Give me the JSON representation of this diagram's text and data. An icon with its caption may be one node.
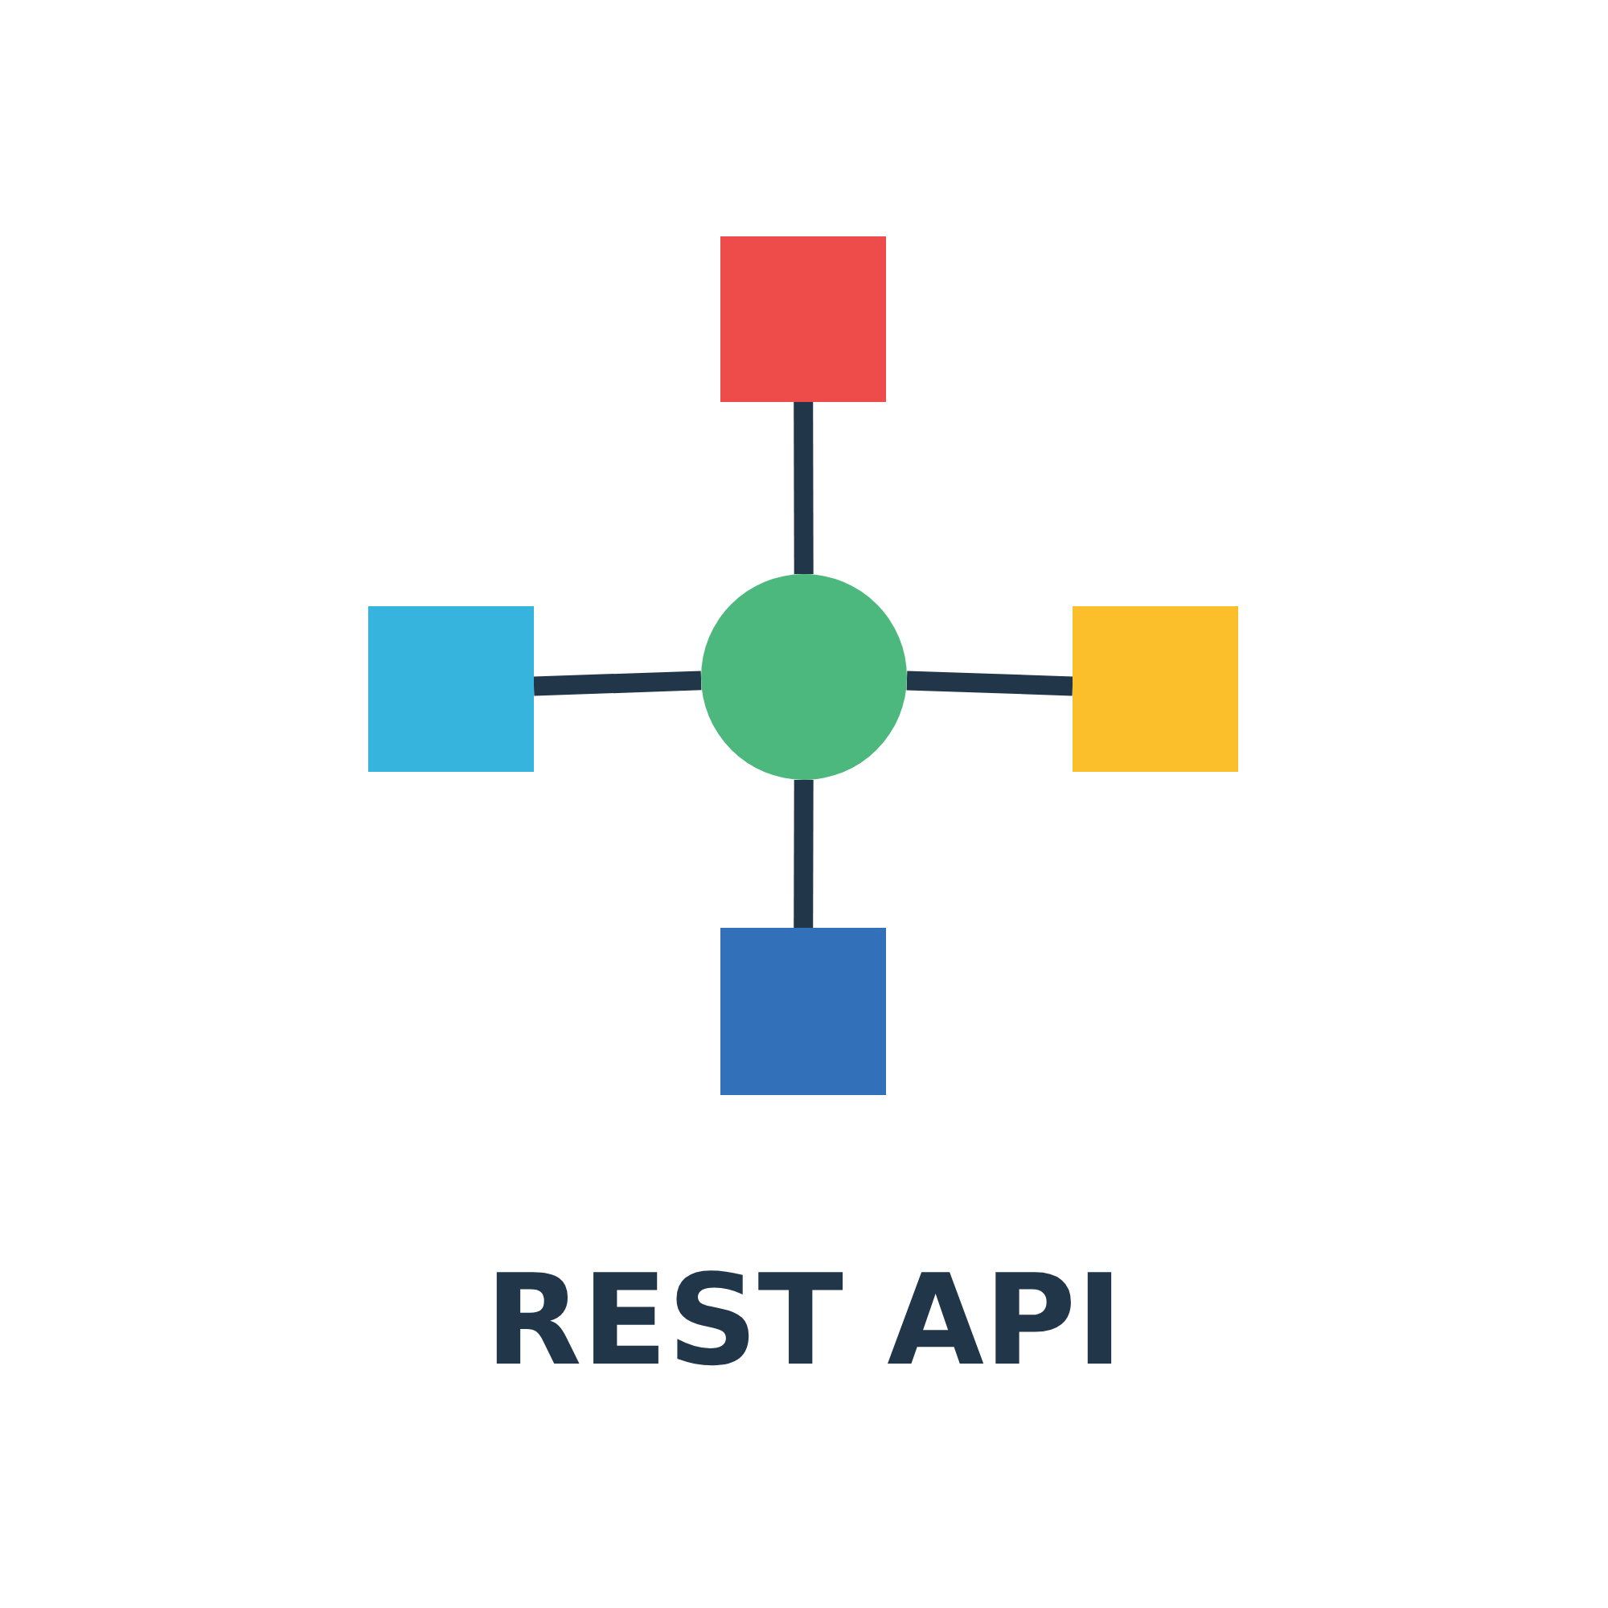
{
  "diagram": {
    "title": "REST API",
    "nodes": [
      {
        "text": [],
        "shape": "box"
      },
      {
        "text": [],
        "shape": "box"
      },
      {
        "text": [],
        "shape": "circle"
      },
      {
        "text": [],
        "shape": "box"
      },
      {
        "text": [],
        "shape": "box"
      }
    ],
    "edges": [
      {
        "from": 2,
        "to": 0,
        "arrow": "none"
      },
      {
        "from": 2,
        "to": 1,
        "arrow": "none"
      },
      {
        "from": 2,
        "to": 3,
        "arrow": "none"
      },
      {
        "from": 2,
        "to": 4,
        "arrow": "none"
      }
    ]
  }
}
